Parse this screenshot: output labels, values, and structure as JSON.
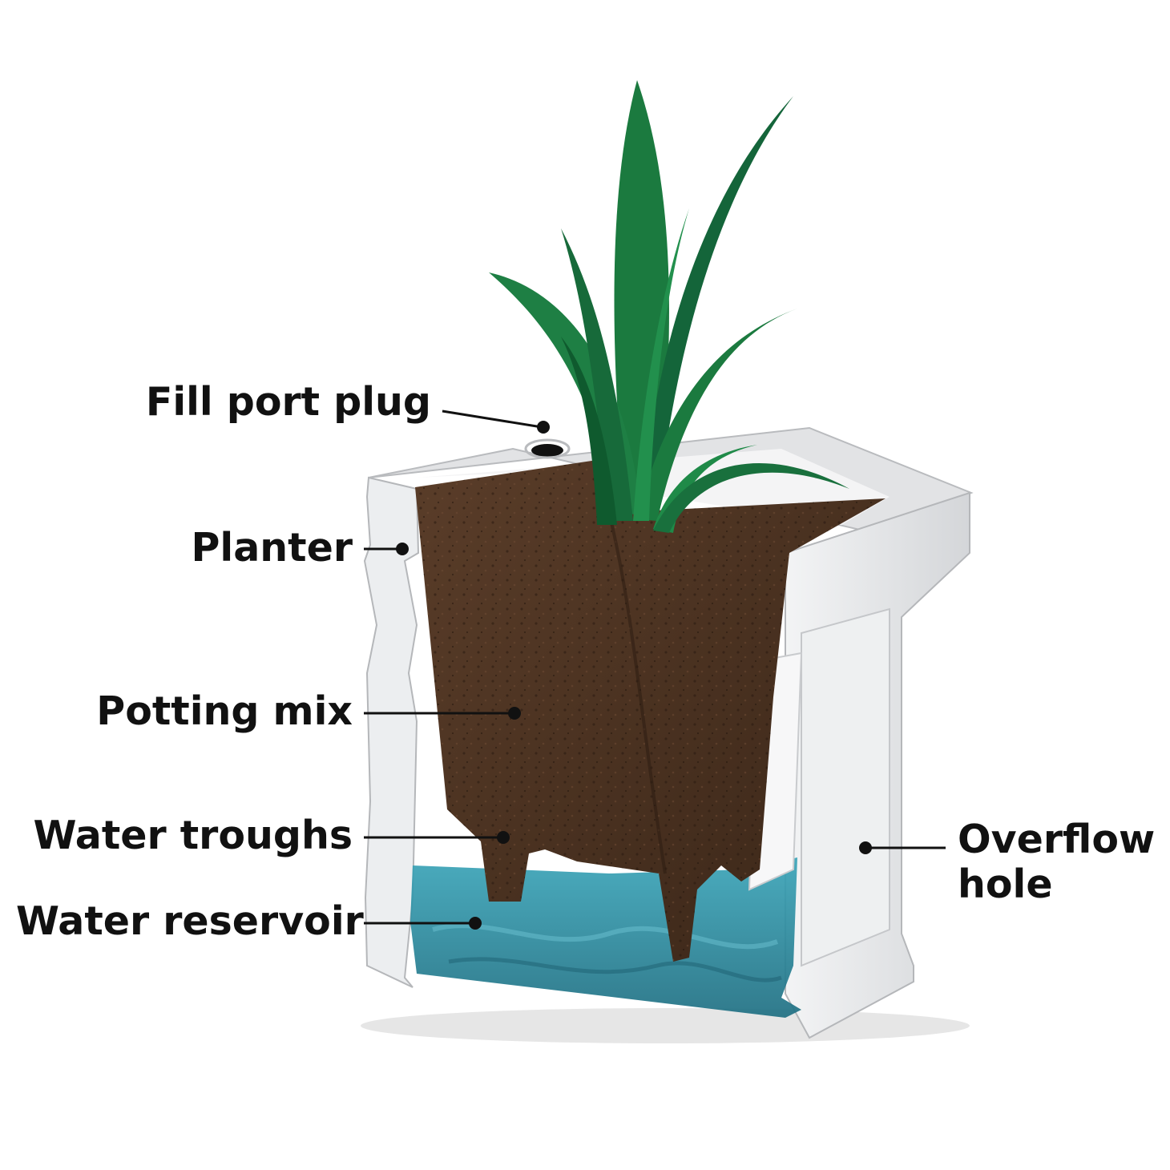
{
  "labels": {
    "fill_port_plug": "Fill port plug",
    "planter": "Planter",
    "potting_mix": "Potting mix",
    "water_troughs": "Water troughs",
    "water_reservoir": "Water reservoir",
    "overflow_hole_line1": "Overflow",
    "overflow_hole_line2": "hole"
  },
  "colors": {
    "soil": "#4a3222",
    "soil_dark": "#2f1f14",
    "water": "#2f8fa3",
    "planter": "#e9eaec",
    "planter_shadow": "#c9cbce",
    "leaf": "#1a6f3a",
    "leaf_dark": "#0f4a26",
    "callout": "#111111"
  }
}
